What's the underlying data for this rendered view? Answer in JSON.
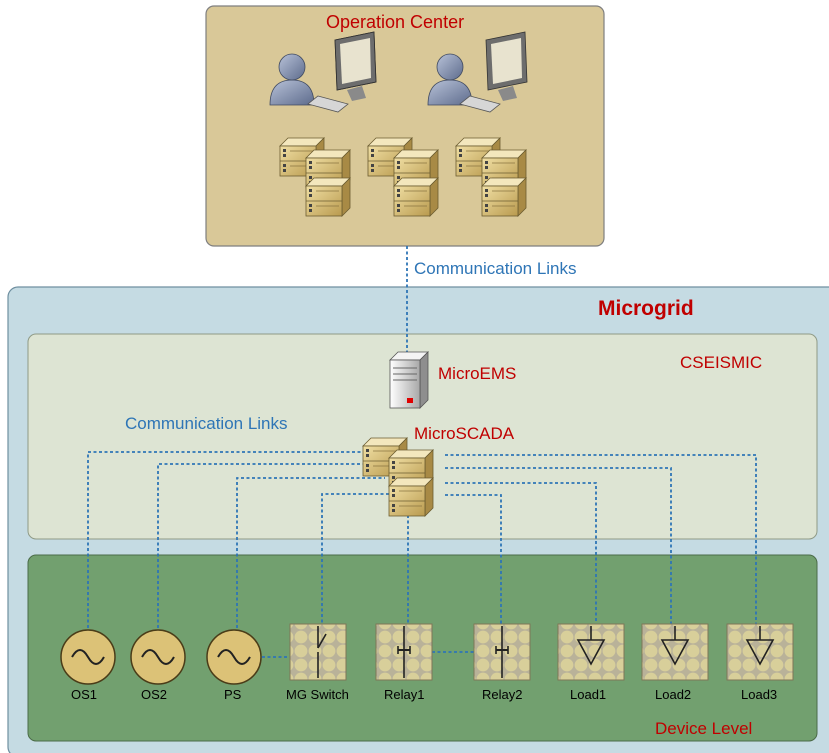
{
  "operation_center": {
    "title": "Operation Center"
  },
  "top_link": {
    "label": "Communication Links"
  },
  "microgrid": {
    "title": "Microgrid"
  },
  "control_layer": {
    "name": "CSEISMIC",
    "microems_label": "MicroEMS",
    "microscada_label": "MicroSCADA",
    "links_label": "Communication Links"
  },
  "device_layer": {
    "name": "Device Level",
    "devices": [
      {
        "label": "OS1",
        "icon": "ac-source-icon"
      },
      {
        "label": "OS2",
        "icon": "ac-source-icon"
      },
      {
        "label": "PS",
        "icon": "ac-source-icon"
      },
      {
        "label": "MG Switch",
        "icon": "switch-icon"
      },
      {
        "label": "Relay1",
        "icon": "relay-icon"
      },
      {
        "label": "Relay2",
        "icon": "relay-icon"
      },
      {
        "label": "Load1",
        "icon": "load-icon"
      },
      {
        "label": "Load2",
        "icon": "load-icon"
      },
      {
        "label": "Load3",
        "icon": "load-icon"
      }
    ]
  },
  "colors": {
    "title_red": "#c00000",
    "link_blue": "#2e75b6",
    "microgrid_fill": "#c5dbe3",
    "control_fill": "#dce4d2",
    "device_fill": "#72a06f",
    "source_fill": "#d9c27a",
    "ops_fill": "#d8c898"
  }
}
